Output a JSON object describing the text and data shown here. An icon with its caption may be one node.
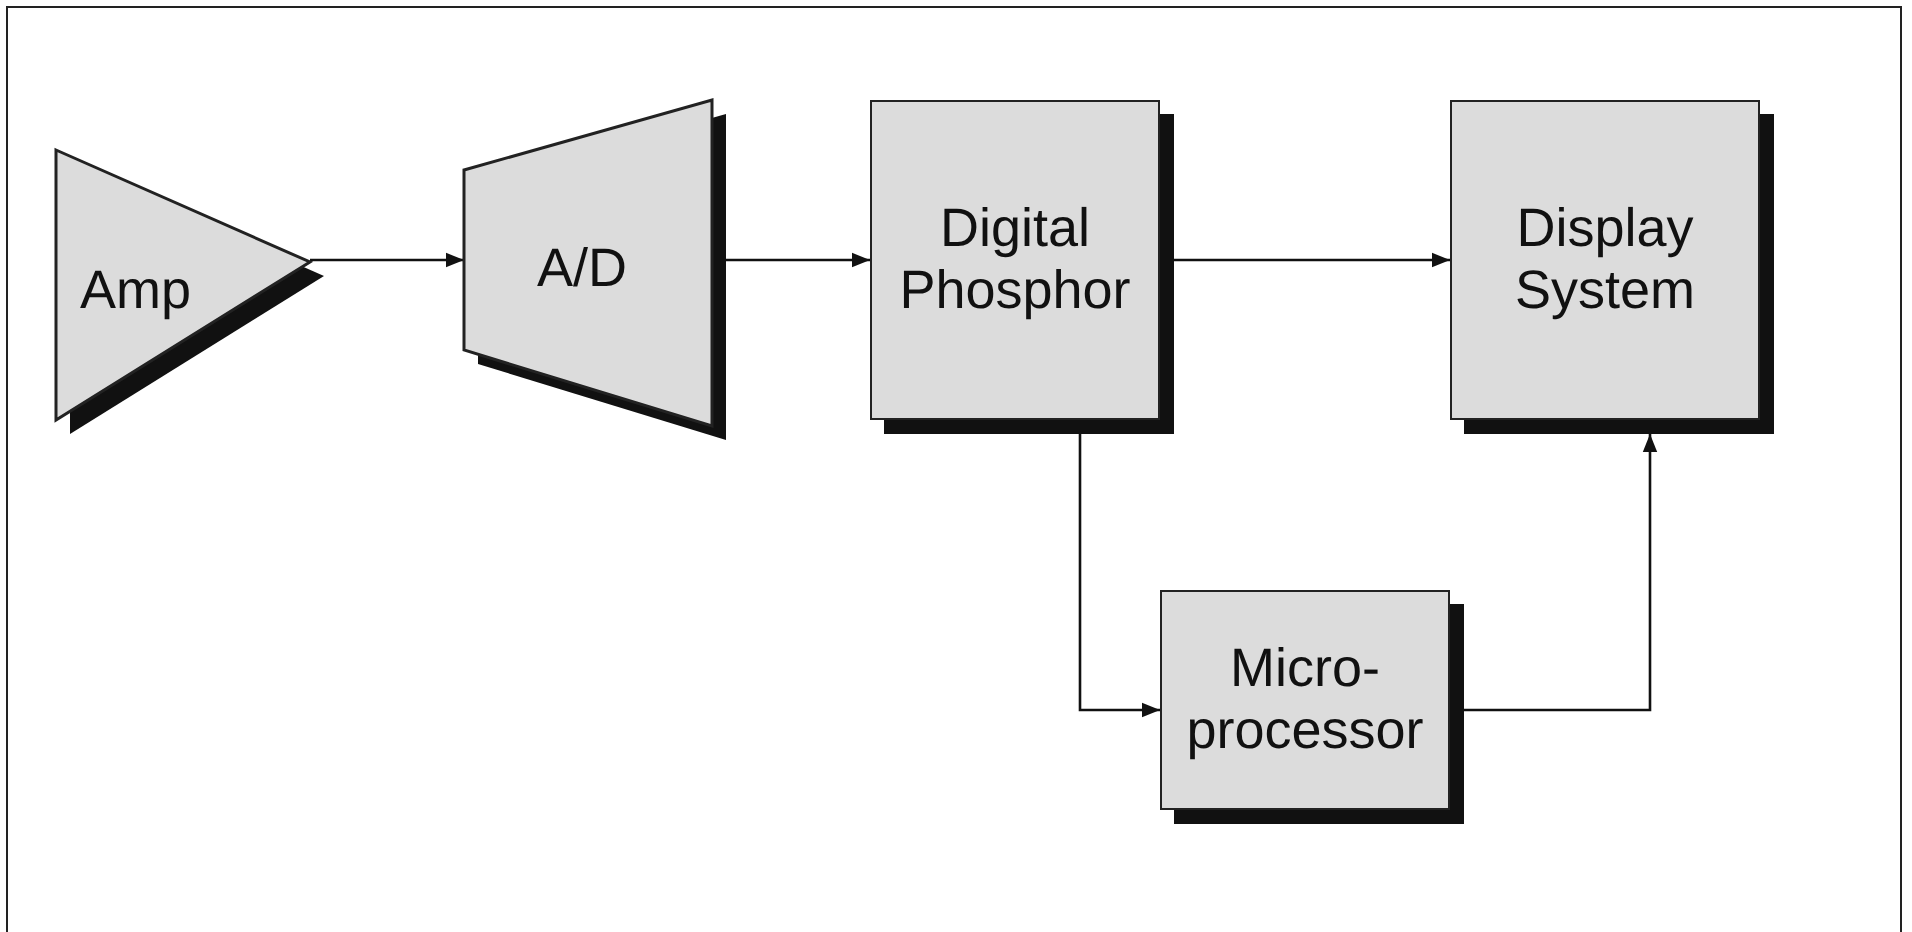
{
  "diagram": {
    "nodes": [
      {
        "text": [
          "Amp"
        ]
      },
      {
        "text": [
          "A/D"
        ]
      },
      {
        "text": [
          "Digital Phosphor"
        ]
      },
      {
        "text": [
          "Display System"
        ]
      },
      {
        "text": [
          "Micro- processor"
        ]
      }
    ],
    "edges": [
      {
        "from": 0,
        "to": 1,
        "arrow": "to"
      },
      {
        "from": 1,
        "to": 2,
        "arrow": "to"
      },
      {
        "from": 2,
        "to": 3,
        "arrow": "to"
      },
      {
        "from": 2,
        "to": 4,
        "arrow": "to"
      },
      {
        "from": 4,
        "to": 3,
        "arrow": "to"
      }
    ]
  }
}
